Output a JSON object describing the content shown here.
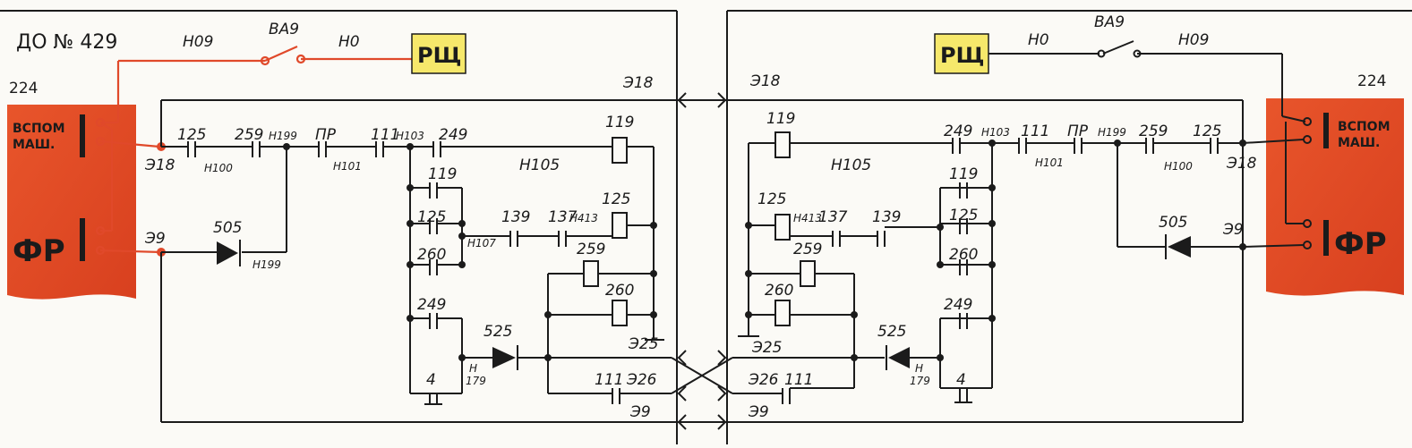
{
  "diagram": {
    "title": "ДО № 429",
    "left": {
      "block_code": "224",
      "contact_aux": "ВСПОМ\nМАШ.",
      "contact_fr": "ФР",
      "panel": "РЩ",
      "breaker": "ВА9",
      "wire_h09": "Н09",
      "wire_h0": "Н0",
      "wires": {
        "e18": "Э18",
        "e18_top": "Э18",
        "e9": "Э9",
        "h100": "Н100",
        "h199_top": "Н199",
        "h101": "Н101",
        "h103": "Н103",
        "h105": "Н105",
        "h107": "Н107",
        "h413": "Н413",
        "h199_diode": "Н199",
        "h179": "Н\n179",
        "e25": "Э25",
        "e26": "Э26",
        "e9_bottom": "Э9",
        "pr": "ПР"
      },
      "contacts": {
        "c125": "125",
        "c259": "259",
        "c111": "111",
        "c249": "249",
        "c119": "119",
        "c125b": "125",
        "c260": "260",
        "c249b": "249",
        "c4": "4",
        "c139": "139",
        "c137": "137",
        "c111b": "111"
      },
      "coils": {
        "k119": "119",
        "k125": "125",
        "k259": "259",
        "k260": "260"
      },
      "diodes": {
        "d505": "505",
        "d525": "525"
      }
    },
    "right": {
      "block_code": "224",
      "contact_aux": "ВСПОМ\nМАШ.",
      "contact_fr": "ФР",
      "panel": "РЩ",
      "breaker": "ВА9",
      "wire_h0": "Н0",
      "wire_h09": "Н09",
      "wires": {
        "e18": "Э18",
        "e18_top": "Э18",
        "e9": "Э9",
        "h100": "Н100",
        "h199_top": "Н199",
        "h101": "Н101",
        "h103": "Н103",
        "h105": "Н105",
        "h413": "Н413",
        "h179": "Н\n179",
        "e25": "Э25",
        "e26": "Э26",
        "e9_bottom": "Э9",
        "pr": "ПР"
      },
      "contacts": {
        "c249": "249",
        "c111": "111",
        "c259": "259",
        "c125": "125",
        "c119": "119",
        "c125b": "125",
        "c260": "260",
        "c249b": "249",
        "c4": "4",
        "c137": "137",
        "c139": "139",
        "c111b": "111"
      },
      "coils": {
        "k119": "119",
        "k125": "125",
        "k259": "259",
        "k260": "260"
      },
      "diodes": {
        "d505": "505",
        "d525": "525"
      }
    }
  }
}
